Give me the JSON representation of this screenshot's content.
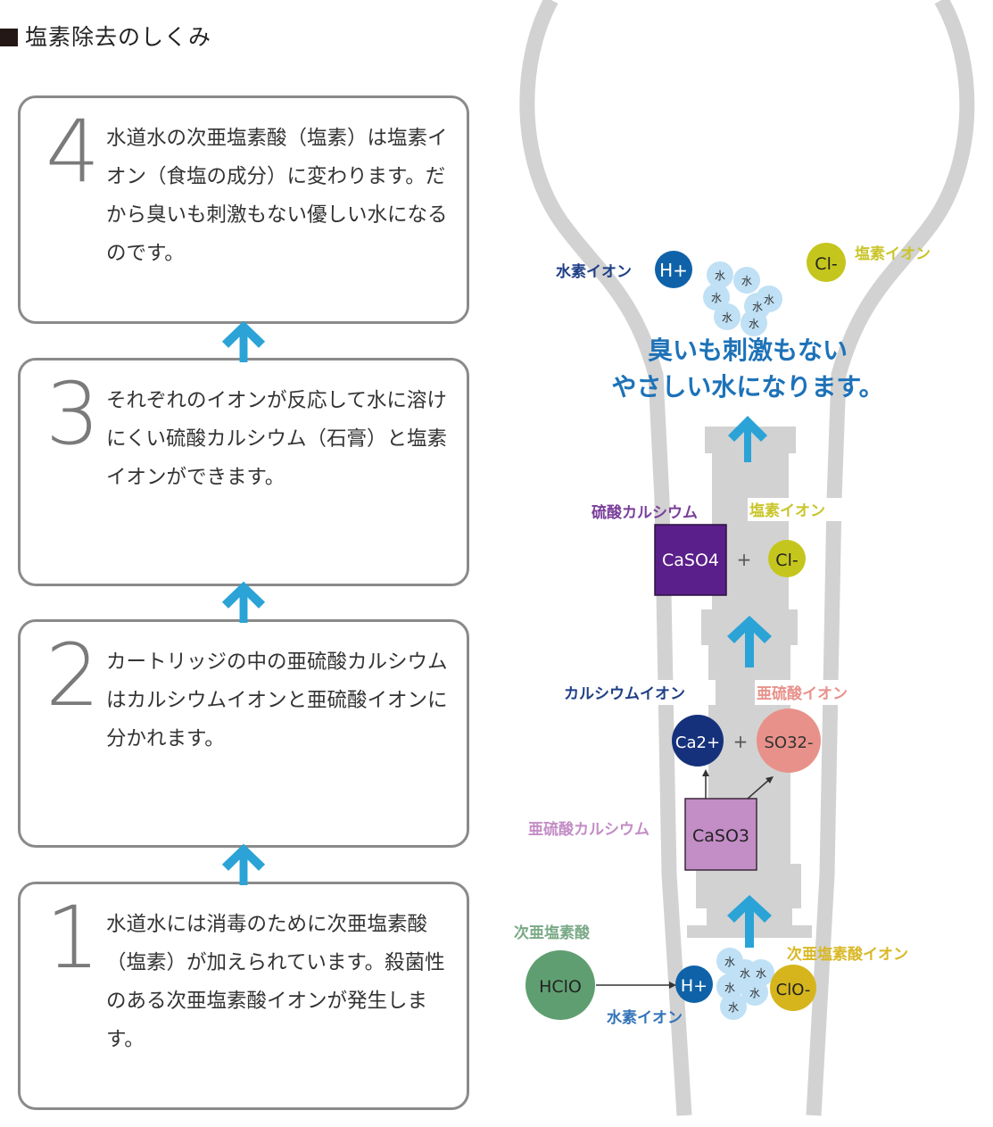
{
  "title": "塩素除去のしくみ",
  "steps": [
    {
      "number": "4",
      "text": "水道水の次亜塩素酸（塩素）は塩素イオン（食塩の成分）に変わります。だから臭いも刺激もない優しい水になるのです。"
    },
    {
      "number": "3",
      "text": "それぞれのイオンが反応して水に溶けにくい硫酸カルシウム（石膏）と塩素イオンができます。"
    },
    {
      "number": "2",
      "text": "カートリッジの中の亜硫酸カルシウムはカルシウムイオンと亜硫酸イオンに分かれます。"
    },
    {
      "number": "1",
      "text": "水道水には消毒のために次亜塩素酸（塩素）が加えられています。殺菌性のある次亜塩素酸イオンが発生します。"
    }
  ],
  "diagram": {
    "result_line1": "臭いも刺激もない",
    "result_line2": "やさしい水になります。",
    "top": {
      "hydrogen_label": "水素イオン",
      "hydrogen_symbol": "H+",
      "chloride_label": "塩素イオン",
      "chloride_symbol": "Cl-",
      "water_symbol": "水"
    },
    "stage3": {
      "sulfate_label": "硫酸カルシウム",
      "sulfate_formula": "CaSO4",
      "plus": "+",
      "chloride_label": "塩素イオン",
      "chloride_symbol": "Cl-"
    },
    "stage2": {
      "calcium_label": "カルシウムイオン",
      "calcium_symbol": "Ca2+",
      "plus": "+",
      "sulfite_label": "亜硫酸イオン",
      "sulfite_symbol": "SO32-",
      "calcium_sulfite_label": "亜硫酸カルシウム",
      "calcium_sulfite_formula": "CaSO3"
    },
    "stage1": {
      "hypochlorous_label": "次亜塩素酸",
      "hypochlorous_formula": "HClO",
      "hydrogen_label": "水素イオン",
      "hydrogen_symbol": "H+",
      "hypochlorite_label": "次亜塩素酸イオン",
      "hypochlorite_symbol": "ClO-",
      "water_symbol": "水"
    }
  },
  "colors": {
    "arrow": "#2ba3d6",
    "outline": "#d2d2d2",
    "hydrogen": "#0f62a8",
    "chloride": "#c5c61d",
    "chloride_label": "#c9c52a",
    "water": "#bfe0f5",
    "result_text": "#1d72b8",
    "sulfate": "#5a1f8a",
    "sulfate_label": "#7a3f9a",
    "calcium": "#16317b",
    "sulfite": "#e8918a",
    "sulfite_label": "#e8918a",
    "calcium_sulfite": "#c38dc6",
    "calcium_sulfite_label": "#c38dc6",
    "hypochlorous": "#5f9e70",
    "hypochlorous_label": "#7aa986",
    "hypochlorite": "#d6b51c",
    "hypochlorite_label": "#d9b826",
    "hydrogen_label_top": "#1f3f86",
    "hydrogen_label_bottom": "#3173b8"
  }
}
